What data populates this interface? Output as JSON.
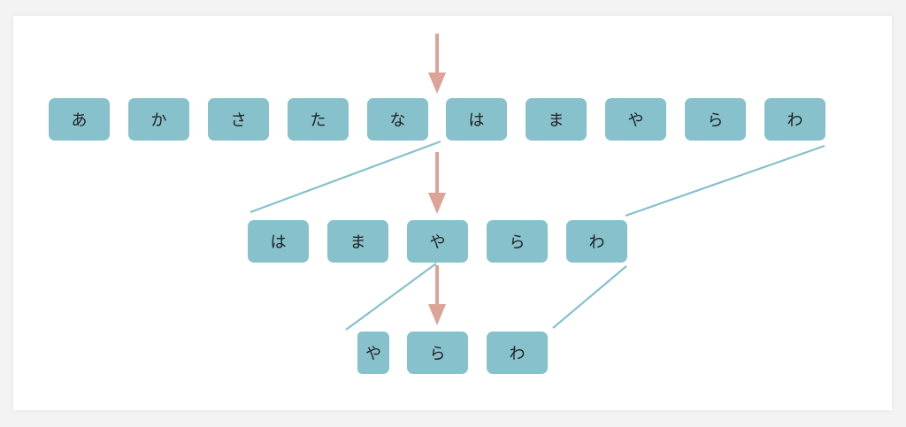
{
  "colors": {
    "cell": "#86c1cc",
    "arrow": "#dca396",
    "connector": "#86c1cc",
    "background": "#ffffff"
  },
  "rows": [
    {
      "cells": [
        "あ",
        "か",
        "さ",
        "た",
        "な",
        "は",
        "ま",
        "や",
        "ら",
        "わ"
      ]
    },
    {
      "cells": [
        "は",
        "ま",
        "や",
        "ら",
        "わ"
      ]
    },
    {
      "cells": [
        "や",
        "ら",
        "わ"
      ]
    }
  ]
}
